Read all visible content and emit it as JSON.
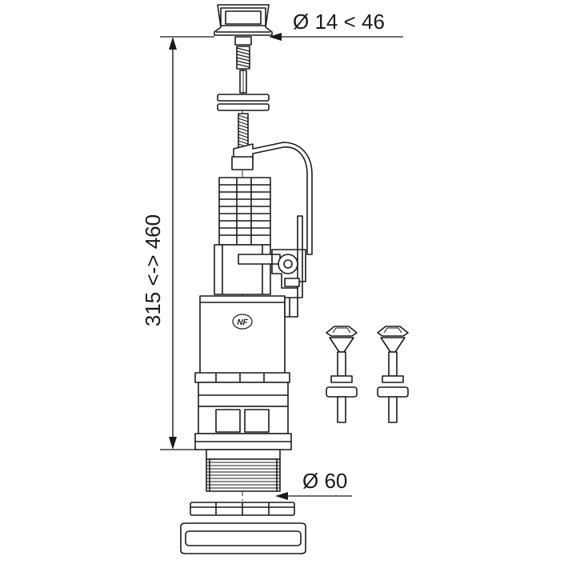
{
  "drawing": {
    "dimensions": {
      "top_diameter": "Ø 14 < 46",
      "height_range": "315 <-> 460",
      "base_diameter": "Ø 60"
    },
    "certification_mark": "NF"
  },
  "colors": {
    "line": "#1a1a1a",
    "fill": "#ffffff",
    "hatch": "#555555"
  }
}
